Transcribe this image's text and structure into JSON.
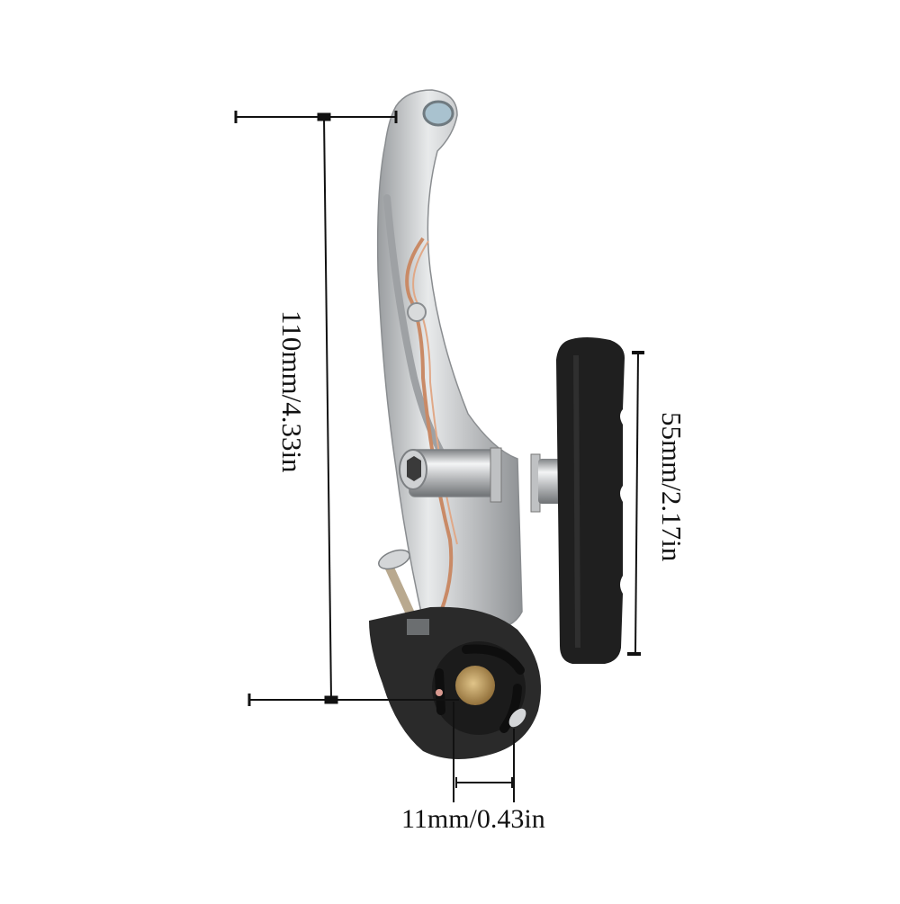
{
  "product": {
    "subject": "bicycle brake arm with brake pad and cable guide",
    "colors": {
      "background": "#ffffff",
      "aluminum": "#c9cbcd",
      "aluminum_highlight": "#eef0f1",
      "aluminum_shadow": "#8e9194",
      "brake_pad": "#1f1f1f",
      "guide_plastic": "#2a2a2a",
      "brass": "#b89556",
      "copper_spring": "#c98a66",
      "dimension_line": "#111111"
    }
  },
  "dimensions": {
    "overall_height": {
      "label": "110mm/4.33in",
      "mm": 110,
      "in": 4.33,
      "orientation": "vertical"
    },
    "brake_pad_length": {
      "label": "55mm/2.17in",
      "mm": 55,
      "in": 2.17,
      "orientation": "vertical"
    },
    "hole_spacing": {
      "label": "11mm/0.43in",
      "mm": 11,
      "in": 0.43,
      "orientation": "horizontal"
    }
  }
}
